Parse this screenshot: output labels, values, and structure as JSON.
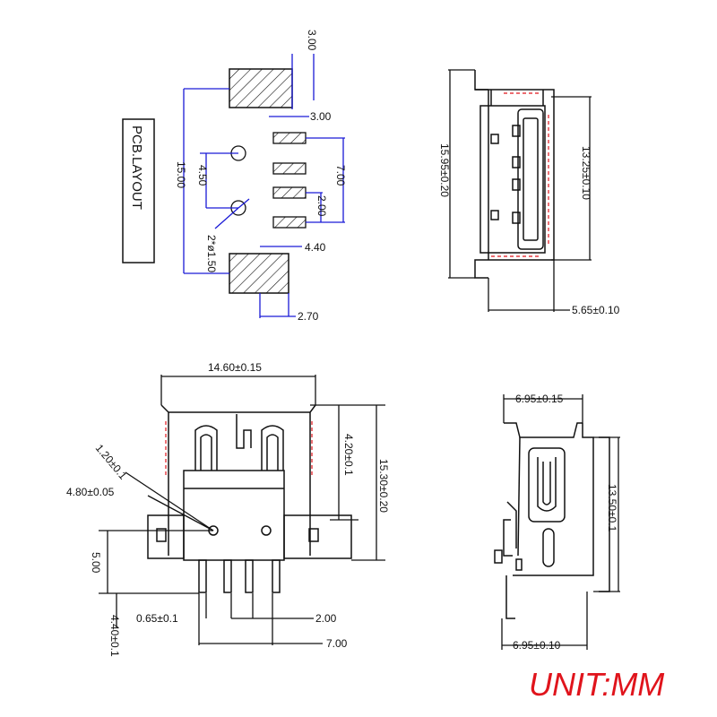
{
  "pcb_layout": {
    "title": "PCB.LAYOUT",
    "dims": {
      "pad_top_w": "3.00",
      "pin_w": "3.00",
      "span_15": "15.00",
      "hole_4_5": "4.50",
      "pitch_7": "7.00",
      "pitch_2": "2.00",
      "holes": "2*ø1.50",
      "pin_4_4": "4.40",
      "pad_bottom_w": "2.70"
    }
  },
  "side_view": {
    "dims": {
      "height_outer": "15.95±0.20",
      "height_inner": "13.25±0.10",
      "depth": "5.65±0.10"
    }
  },
  "front_view": {
    "dims": {
      "width": "14.60±0.15",
      "d_1_2": "1.20±0.1",
      "d_4_8": "4.80±0.05",
      "h_4_2": "4.20±0.1",
      "h_15_3": "15.30±0.20",
      "h_5": "5.00",
      "p_0_65": "0.65±0.1",
      "p_2": "2.00",
      "h_4_4": "4.40±0.1",
      "p_7": "7.00"
    }
  },
  "end_view": {
    "dims": {
      "top_w": "6.95±0.15",
      "height": "13.50±0.1",
      "bottom_w": "6.95±0.10"
    }
  },
  "unit_label": "UNIT:MM",
  "colors": {
    "dim_line": "#1a1ad6",
    "drawing": "#111111",
    "accent": "#e0141c"
  }
}
